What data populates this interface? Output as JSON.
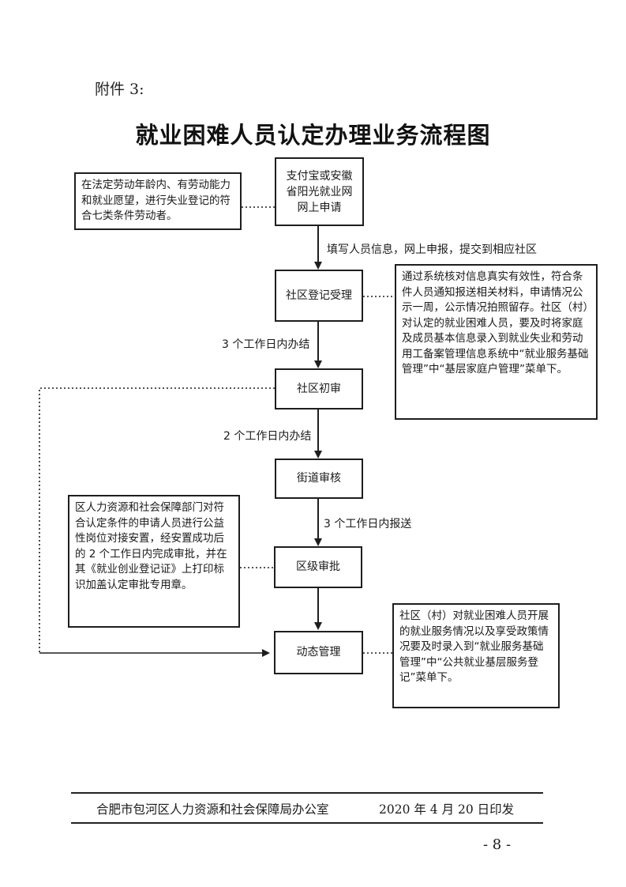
{
  "header": {
    "annex": "附件 3:",
    "title": "就业困难人员认定办理业务流程图"
  },
  "steps": {
    "apply": "支付宝或安徽省阳光就业网网上申请",
    "register": "社区登记受理",
    "first_review": "社区初审",
    "street_review": "街道审核",
    "district_approval": "区级审批",
    "dynamic_management": "动态管理"
  },
  "edges": {
    "apply_to_register": "填写人员信息，网上申报，提交到相应社区",
    "register_to_first": "3 个工作日内办结",
    "first_to_street": "2 个工作日内办结",
    "street_to_district": "3 个工作日内报送"
  },
  "notes": {
    "eligibility": "在法定劳动年龄内、有劳动能力和就业愿望，进行失业登记的符合七类条件劳动者。",
    "register_note": "通过系统核对信息真实有效性，符合条件人员通知报送相关材料，申请情况公示一周，公示情况拍照留存。社区（村）对认定的就业困难人员，要及时将家庭及成员基本信息录入到就业失业和劳动用工备案管理信息系统中“就业服务基础管理”中“基层家庭户管理”菜单下。",
    "district_note": "区人力资源和社会保障部门对符合认定条件的申请人员进行公益性岗位对接安置，经安置成功后的 2 个工作日内完成审批，并在其《就业创业登记证》上打印标识加盖认定审批专用章。",
    "management_note": "社区（村）对就业困难人员开展的就业服务情况以及享受政策情况要及时录入到“就业服务基础管理”中“公共就业基层服务登记”菜单下。"
  },
  "footer": {
    "issuer": "合肥市包河区人力资源和社会保障局办公室",
    "date": "2020 年 4 月 20 日印发",
    "page": "- 8 -"
  }
}
